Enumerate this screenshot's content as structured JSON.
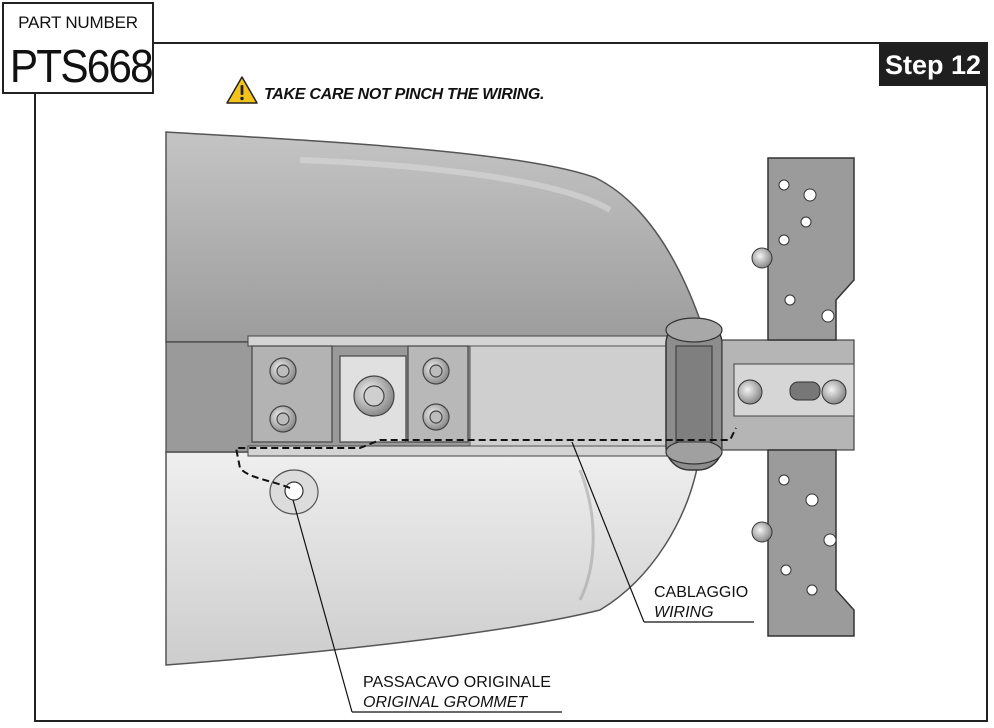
{
  "header": {
    "part_caption": "PART NUMBER",
    "part_number": "PTS668",
    "step": "Step 12"
  },
  "warning": {
    "icon": "warning-triangle-icon",
    "text": "TAKE CARE NOT PINCH THE WIRING."
  },
  "callouts": {
    "wiring": {
      "it": "CABLAGGIO",
      "en": "WIRING"
    },
    "grommet": {
      "it": "PASSACAVO ORIGINALE",
      "en": "ORIGINAL GROMMET"
    }
  },
  "colors": {
    "warning_yellow": "#f3c21b",
    "badge_bg": "#1f1f1f",
    "metal_dark": "#8f8f8f",
    "metal_light": "#d9d9d9"
  }
}
